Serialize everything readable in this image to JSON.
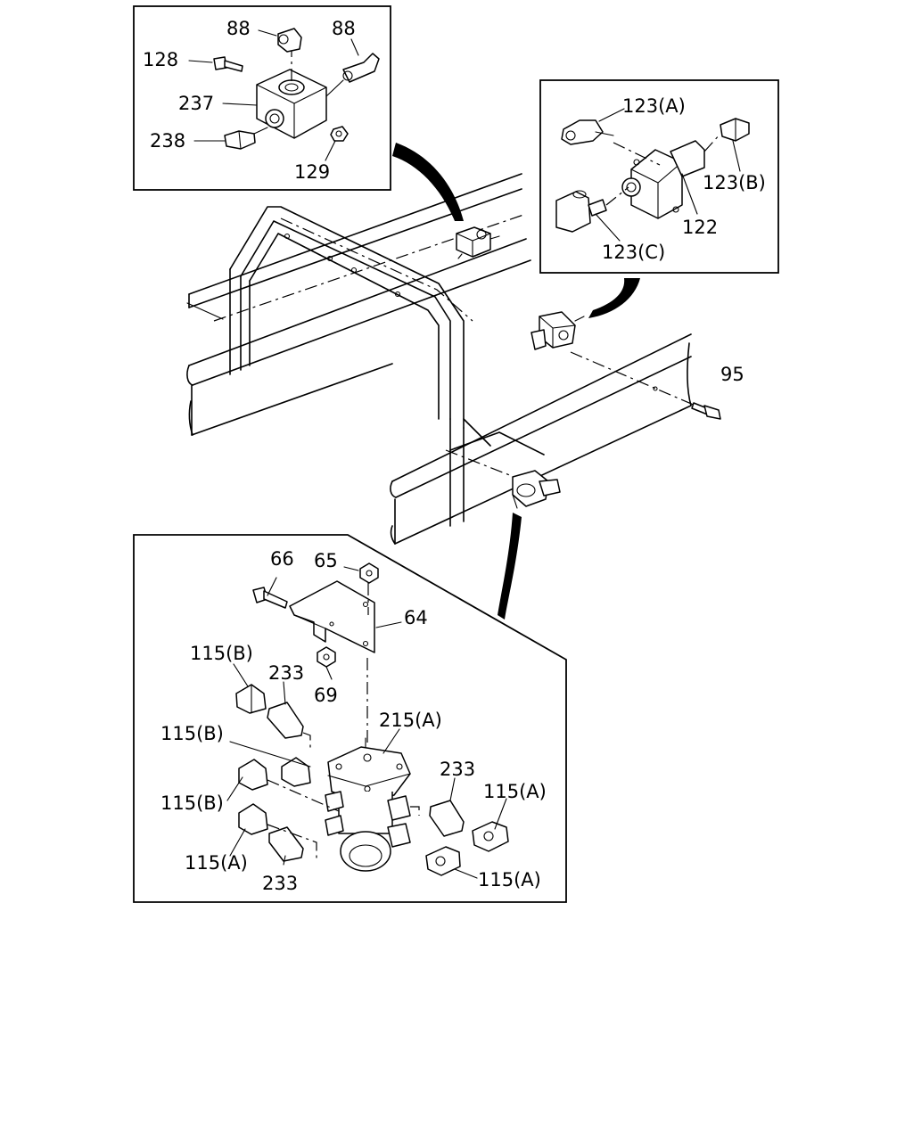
{
  "callouts": {
    "top_left": {
      "l88a": "88",
      "l88b": "88",
      "l128": "128",
      "l237": "237",
      "l238": "238",
      "l129": "129"
    },
    "top_right": {
      "l123a": "123(A)",
      "l123b": "123(B)",
      "l122": "122",
      "l123c": "123(C)"
    },
    "main": {
      "l95": "95"
    },
    "bottom": {
      "l66": "66",
      "l65": "65",
      "l64": "64",
      "l69": "69",
      "l115b_1": "115(B)",
      "l233_1": "233",
      "l215a": "215(A)",
      "l115b_2": "115(B)",
      "l233_2": "233",
      "l115a_1": "115(A)",
      "l115b_3": "115(B)",
      "l115a_2": "115(A)",
      "l233_3": "233",
      "l115a_3": "115(A)"
    }
  }
}
